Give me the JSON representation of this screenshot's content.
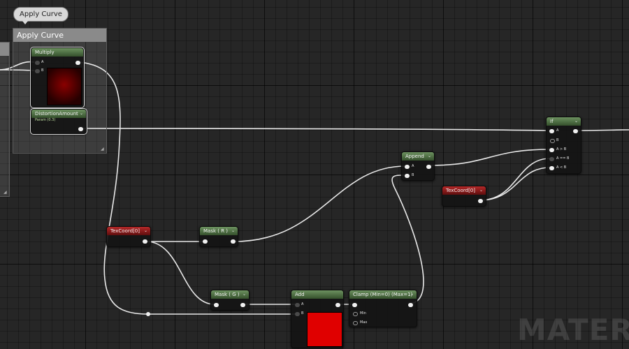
{
  "bubble_label": "Apply Curve",
  "comment_title": "Apply Curve",
  "watermark": "MATERIAL",
  "nodes": {
    "multiply": {
      "title": "Multiply",
      "pins": [
        "A",
        "B"
      ]
    },
    "distortion": {
      "title": "DistortionAmount",
      "subtitle": "Param (0.3)"
    },
    "texcoord1": {
      "title": "TexCoord[0]"
    },
    "mask_r": {
      "title": "Mask ( R )"
    },
    "mask_g": {
      "title": "Mask ( G )"
    },
    "add": {
      "title": "Add",
      "pins": [
        "A",
        "B"
      ]
    },
    "clamp": {
      "title": "Clamp (Min=0) (Max=1)",
      "pins": [
        "Min",
        "Max"
      ]
    },
    "append": {
      "title": "Append",
      "pins": [
        "A",
        "B"
      ]
    },
    "texcoord2": {
      "title": "TexCoord[0]"
    },
    "if": {
      "title": "If",
      "pins": [
        "A",
        "B",
        "A > B",
        "A == B",
        "A < B"
      ]
    }
  },
  "colors": {
    "param_header": "#35502c",
    "texcoord_header": "#5e0e0e",
    "preview_red": "#e00000"
  }
}
